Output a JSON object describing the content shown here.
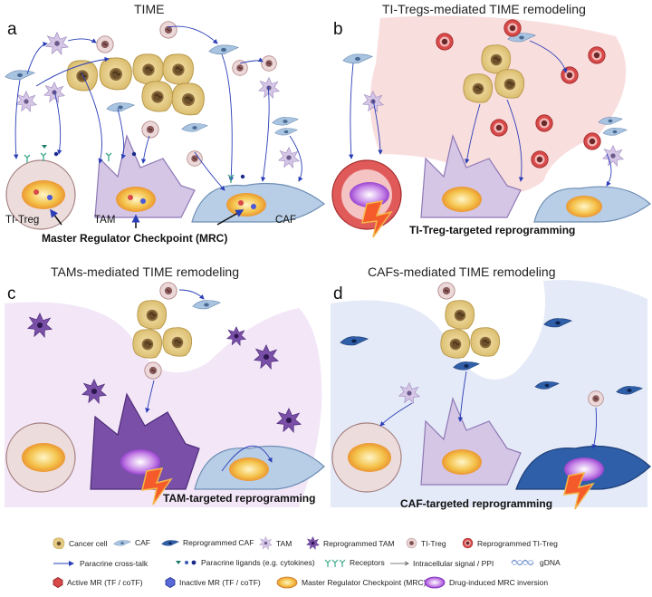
{
  "panels": {
    "a": {
      "label": "a",
      "title": "TIME",
      "treg": "TI-Treg",
      "tam": "TAM",
      "caf": "CAF",
      "mrc": "Master Regulator Checkpoint (MRC)"
    },
    "b": {
      "label": "b",
      "title": "TI-Tregs-mediated TIME remodeling",
      "reprog": "TI-Treg-targeted reprogramming"
    },
    "c": {
      "label": "c",
      "title": "TAMs-mediated TIME remodeling",
      "reprog": "TAM-targeted reprogramming"
    },
    "d": {
      "label": "d",
      "title": "CAFs-mediated TIME remodeling",
      "reprog": "CAF-targeted reprogramming"
    }
  },
  "legend": {
    "cancer_cell": "Cancer cell",
    "caf": "CAF",
    "reprogrammed_caf": "Reprogrammed CAF",
    "tam": "TAM",
    "reprogrammed_tam": "Reprogrammed TAM",
    "ti_treg": "TI-Treg",
    "reprogrammed_ti_treg": "Reprogrammed TI-Treg",
    "paracrine": "Paracrine cross-talk",
    "ligands": "Paracrine ligands (e.g. cytokines)",
    "receptors": "Receptors",
    "intracellular": "Intracellular signal / PPI",
    "gdna": "gDNA",
    "active_mr": "Active MR (TF / coTF)",
    "inactive_mr": "Inactive MR (TF / coTF)",
    "mrc": "Master Regulator Checkpoint (MRC)",
    "drug_mrc": "Drug-induced MRC inversion"
  },
  "colors": {
    "cancer": "#e8d08c",
    "caf": "#a9c4e0",
    "caf_reprog": "#2f5fa8",
    "tam": "#d5c6e6",
    "tam_reprog": "#7a4fa8",
    "treg": "#e8cfcf",
    "treg_reprog": "#d84a4a",
    "arrow": "#2a3eb8",
    "bg_treg": "#f9dede",
    "bg_tam": "#f2e6f7",
    "bg_caf": "#e4eaf7"
  }
}
